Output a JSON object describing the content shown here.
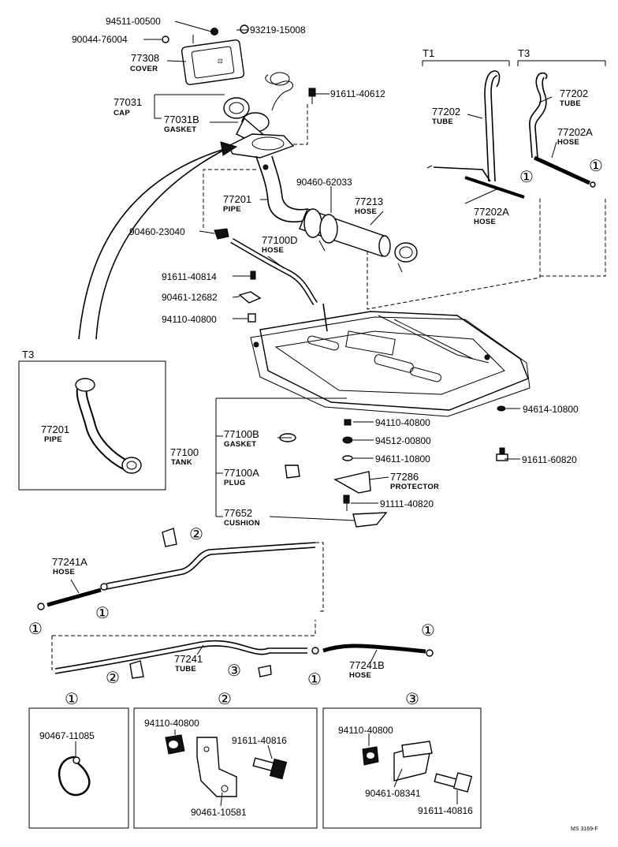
{
  "parts": {
    "p_94511": "94511-00500",
    "p_93219": "93219-15008",
    "p_90044": "90044-76004",
    "p_77308": "77308",
    "p_77308_name": "COVER",
    "p_77031": "77031",
    "p_77031_name": "CAP",
    "p_77031b": "77031B",
    "p_77031b_name": "GASKET",
    "p_91611_40612": "91611-40612",
    "p_90460_62033": "90460-62033",
    "p_77213": "77213",
    "p_77213_name": "HOSE",
    "p_77201": "77201",
    "p_77201_name": "PIPE",
    "p_90460_23040": "90460-23040",
    "p_77100d": "77100D",
    "p_77100d_name": "HOSE",
    "p_91611_40814": "91611-40814",
    "p_90461_12682": "90461-12682",
    "p_94110_40800_a": "94110-40800",
    "p_77202_t1": "77202",
    "p_77202_t1_name": "TUBE",
    "p_77202a_t1": "77202A",
    "p_77202a_t1_name": "HOSE",
    "p_77202_t3": "77202",
    "p_77202_t3_name": "TUBE",
    "p_77202a_t3": "77202A",
    "p_77202a_t3_name": "HOSE",
    "p_94614": "94614-10800",
    "p_77100": "77100",
    "p_77100_name": "TANK",
    "p_77100b": "77100B",
    "p_77100b_name": "GASKET",
    "p_77100a": "77100A",
    "p_77100a_name": "PLUG",
    "p_77652": "77652",
    "p_77652_name": "CUSHION",
    "p_94110_40800_b": "94110-40800",
    "p_94512": "94512-00800",
    "p_94611": "94611-10800",
    "p_77286": "77286",
    "p_77286_name": "PROTECTOR",
    "p_91111": "91111-40820",
    "p_91611_60820": "91611-60820",
    "p_77241a": "77241A",
    "p_77241a_name": "HOSE",
    "p_77241": "77241",
    "p_77241_name": "TUBE",
    "p_77241b": "77241B",
    "p_77241b_name": "HOSE",
    "t3_inset_pipe": "77201",
    "t3_inset_pipe_name": "PIPE",
    "d1_clip": "90467-11085",
    "d2_nut": "94110-40800",
    "d2_bolt": "91611-40816",
    "d2_clamp": "90461-10581",
    "d3_nut": "94110-40800",
    "d3_clamp": "90461-08341",
    "d3_bolt": "91611-40816"
  },
  "variants": {
    "t1": "T1",
    "t3": "T3",
    "t3_inset": "T3"
  },
  "callouts": {
    "c1": "①",
    "c2": "②",
    "c3": "③"
  },
  "footer": {
    "code": "MS 3169-F"
  }
}
